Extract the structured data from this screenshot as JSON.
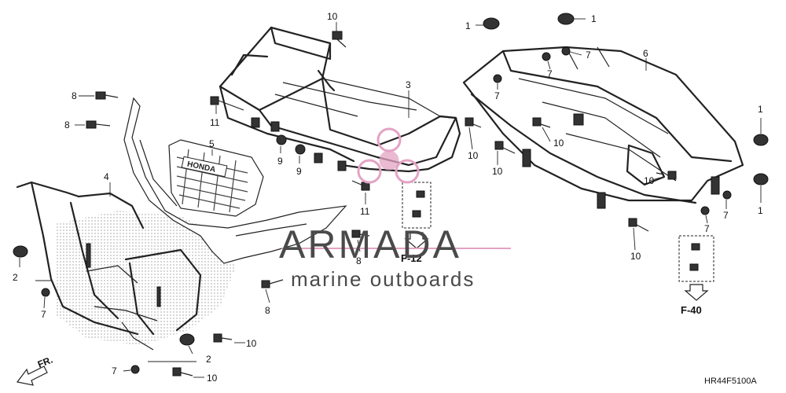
{
  "diagram": {
    "drawing_code": "HR44F5100A",
    "front_marker": "FR.",
    "references": [
      "F-12",
      "F-40"
    ],
    "callouts": [
      {
        "id": "c1a",
        "text": "1"
      },
      {
        "id": "c1b",
        "text": "1"
      },
      {
        "id": "c1c",
        "text": "1"
      },
      {
        "id": "c1d",
        "text": "1"
      },
      {
        "id": "c2a",
        "text": "2"
      },
      {
        "id": "c2b",
        "text": "2"
      },
      {
        "id": "c3",
        "text": "3"
      },
      {
        "id": "c4",
        "text": "4"
      },
      {
        "id": "c5",
        "text": "5"
      },
      {
        "id": "c6",
        "text": "6"
      },
      {
        "id": "c7a",
        "text": "7"
      },
      {
        "id": "c7b",
        "text": "7"
      },
      {
        "id": "c7c",
        "text": "7"
      },
      {
        "id": "c7d",
        "text": "7"
      },
      {
        "id": "c7e",
        "text": "7"
      },
      {
        "id": "c7f",
        "text": "7"
      },
      {
        "id": "c7g",
        "text": "7"
      },
      {
        "id": "c8a",
        "text": "8"
      },
      {
        "id": "c8b",
        "text": "8"
      },
      {
        "id": "c8c",
        "text": "8"
      },
      {
        "id": "c8d",
        "text": "8"
      },
      {
        "id": "c9a",
        "text": "9"
      },
      {
        "id": "c9b",
        "text": "9"
      },
      {
        "id": "c10a",
        "text": "10"
      },
      {
        "id": "c10b",
        "text": "10"
      },
      {
        "id": "c10c",
        "text": "10"
      },
      {
        "id": "c10d",
        "text": "10"
      },
      {
        "id": "c10e",
        "text": "10"
      },
      {
        "id": "c10f",
        "text": "10"
      },
      {
        "id": "c10g",
        "text": "10"
      },
      {
        "id": "c10h",
        "text": "10"
      },
      {
        "id": "c10i",
        "text": "10"
      },
      {
        "id": "c11a",
        "text": "11"
      },
      {
        "id": "c11b",
        "text": "11"
      }
    ],
    "grille_emblem": "HONDA"
  },
  "watermark": {
    "brand": "ARMADA",
    "tagline": "marine outboards",
    "color_pink": "#e3a3c4",
    "color_gray": "#4a4a4a"
  }
}
